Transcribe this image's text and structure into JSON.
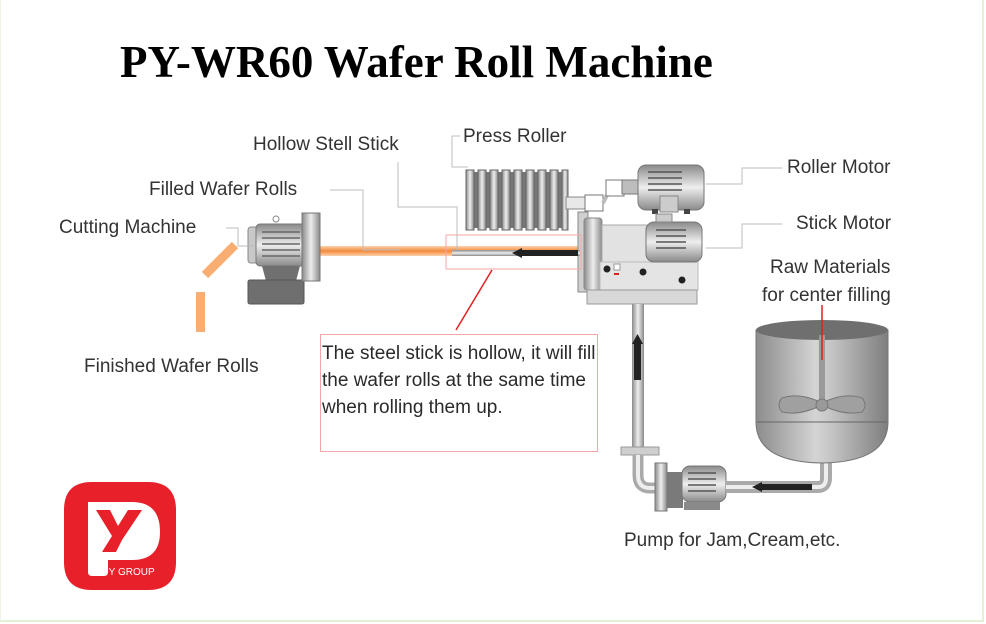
{
  "title": "PY-WR60 Wafer Roll Machine",
  "labels": {
    "hollow_stick": "Hollow Stell Stick",
    "press_roller": "Press Roller",
    "filled_rolls": "Filled Wafer Rolls",
    "cutting_machine": "Cutting Machine",
    "finished_rolls": "Finished Wafer Rolls",
    "roller_motor": "Roller Motor",
    "stick_motor": "Stick Motor",
    "raw_materials_line1": "Raw Materials",
    "raw_materials_line2": "for center filling",
    "pump": "Pump for Jam,Cream,etc."
  },
  "note": "The steel stick is hollow, it will fill the wafer rolls at the same time when rolling them up.",
  "logo": {
    "text": "PY GROUP",
    "color": "#e8202a"
  },
  "colors": {
    "wafer_flow": "#f7a05a",
    "callout": "#e02020",
    "machine": "#9a9a9a",
    "leader": "#bdbdbd"
  }
}
